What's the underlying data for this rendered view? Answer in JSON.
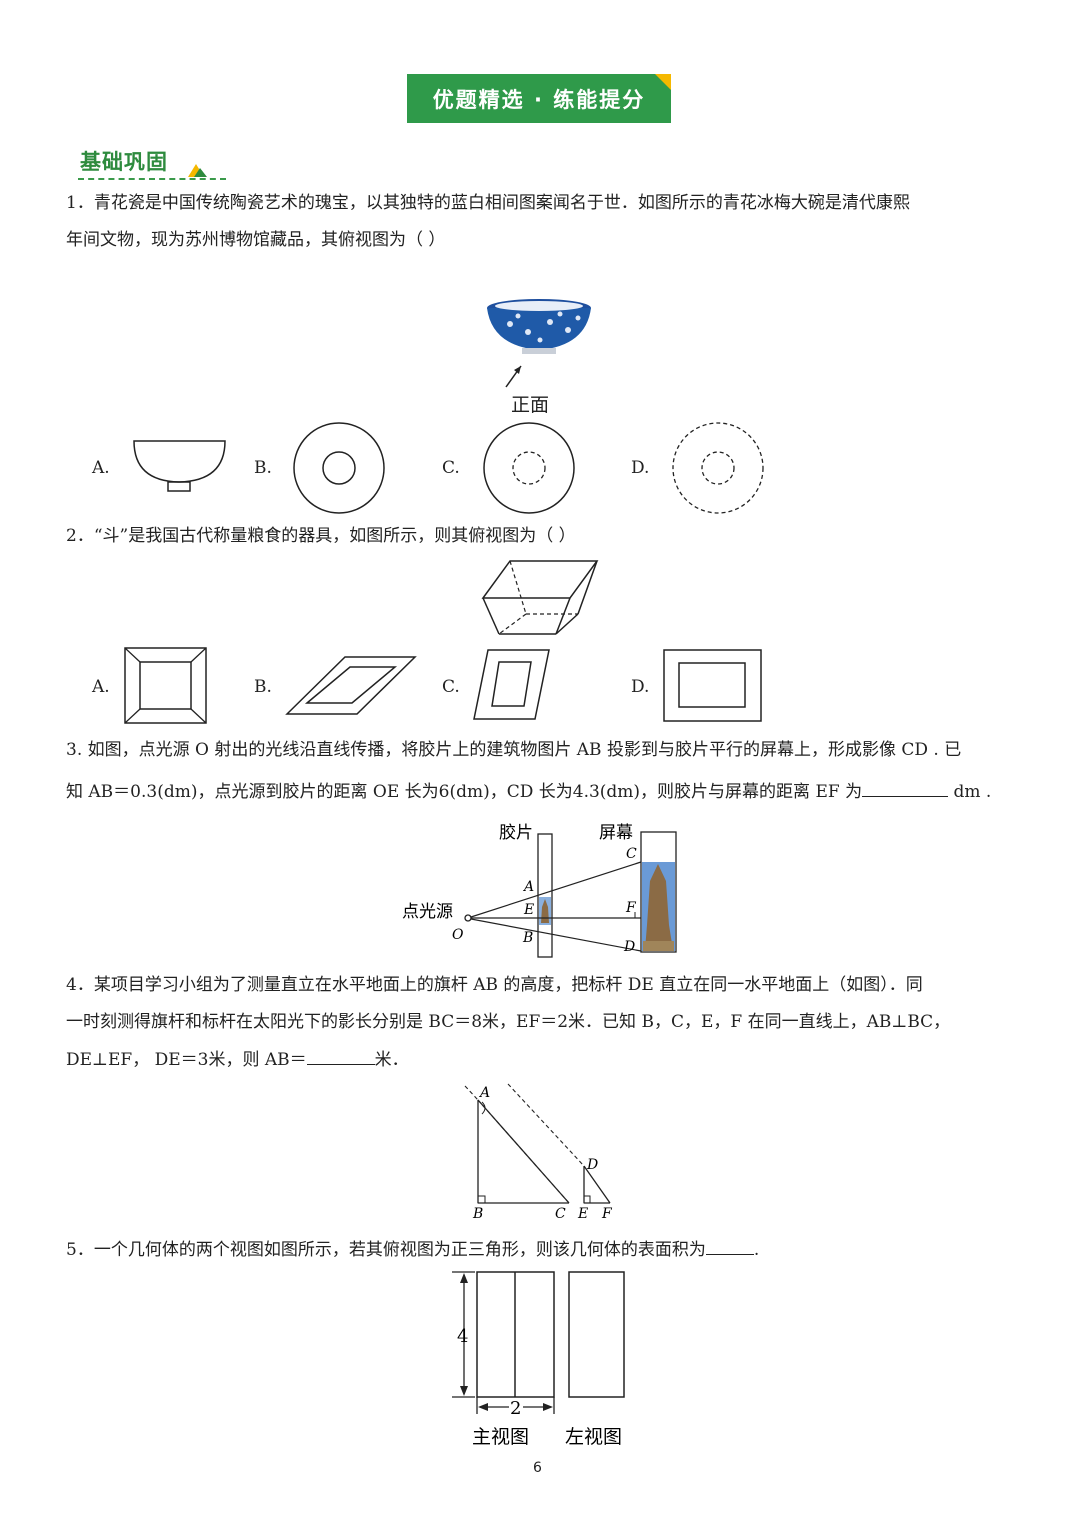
{
  "banner": {
    "title": "优题精选 · 练能提分"
  },
  "section": {
    "title": "基础巩固"
  },
  "q1": {
    "line1": "1．青花瓷是中国传统陶瓷艺术的瑰宝，以其独特的蓝白相间图案闻名于世．如图所示的青花冰梅大碗是清代康熙",
    "line2": "年间文物，现为苏州博物馆藏品，其俯视图为（    ）",
    "front_label": "正面",
    "options": [
      "A.",
      "B.",
      "C.",
      "D."
    ]
  },
  "q2": {
    "line1": "2．“斗”是我国古代称量粮食的器具，如图所示，则其俯视图为（    ）",
    "options": [
      "A.",
      "B.",
      "C.",
      "D."
    ]
  },
  "q3": {
    "line1": "3. 如图，点光源 O 射出的光线沿直线传播，将胶片上的建筑物图片 AB 投影到与胶片平行的屏幕上，形成影像 CD . 已",
    "line2_a": "知 AB＝0.3(dm)，点光源到胶片的距离 OE 长为6(dm)，CD 长为4.3(dm)，则胶片与屏幕的距离 EF 为",
    "line2_unit": "dm .",
    "film_label": "胶片",
    "screen_label": "屏幕",
    "source_label": "点光源",
    "points": {
      "O": "O",
      "A": "A",
      "E": "E",
      "B": "B",
      "C": "C",
      "F": "F",
      "D": "D"
    }
  },
  "q4": {
    "line1": "4．某项目学习小组为了测量直立在水平地面上的旗杆 AB 的高度，把标杆 DE 直立在同一水平地面上（如图）．同",
    "line2": "一时刻测得旗杆和标杆在太阳光下的影长分别是 BC＝8米，EF＝2米．已知 B，C，E，F 在同一直线上，AB⊥BC，",
    "line3_a": "DE⊥EF，  DE＝3米，则 AB＝",
    "line3_b": "米．",
    "points": {
      "A": "A",
      "B": "B",
      "C": "C",
      "D": "D",
      "E": "E",
      "F": "F"
    }
  },
  "q5": {
    "line1_a": "5．一个几何体的两个视图如图所示，若其俯视图为正三角形，则该几何体的表面积为",
    "line1_b": ".",
    "height": "4",
    "width": "2",
    "front_view": "主视图",
    "left_view": "左视图"
  },
  "page_number": "6"
}
